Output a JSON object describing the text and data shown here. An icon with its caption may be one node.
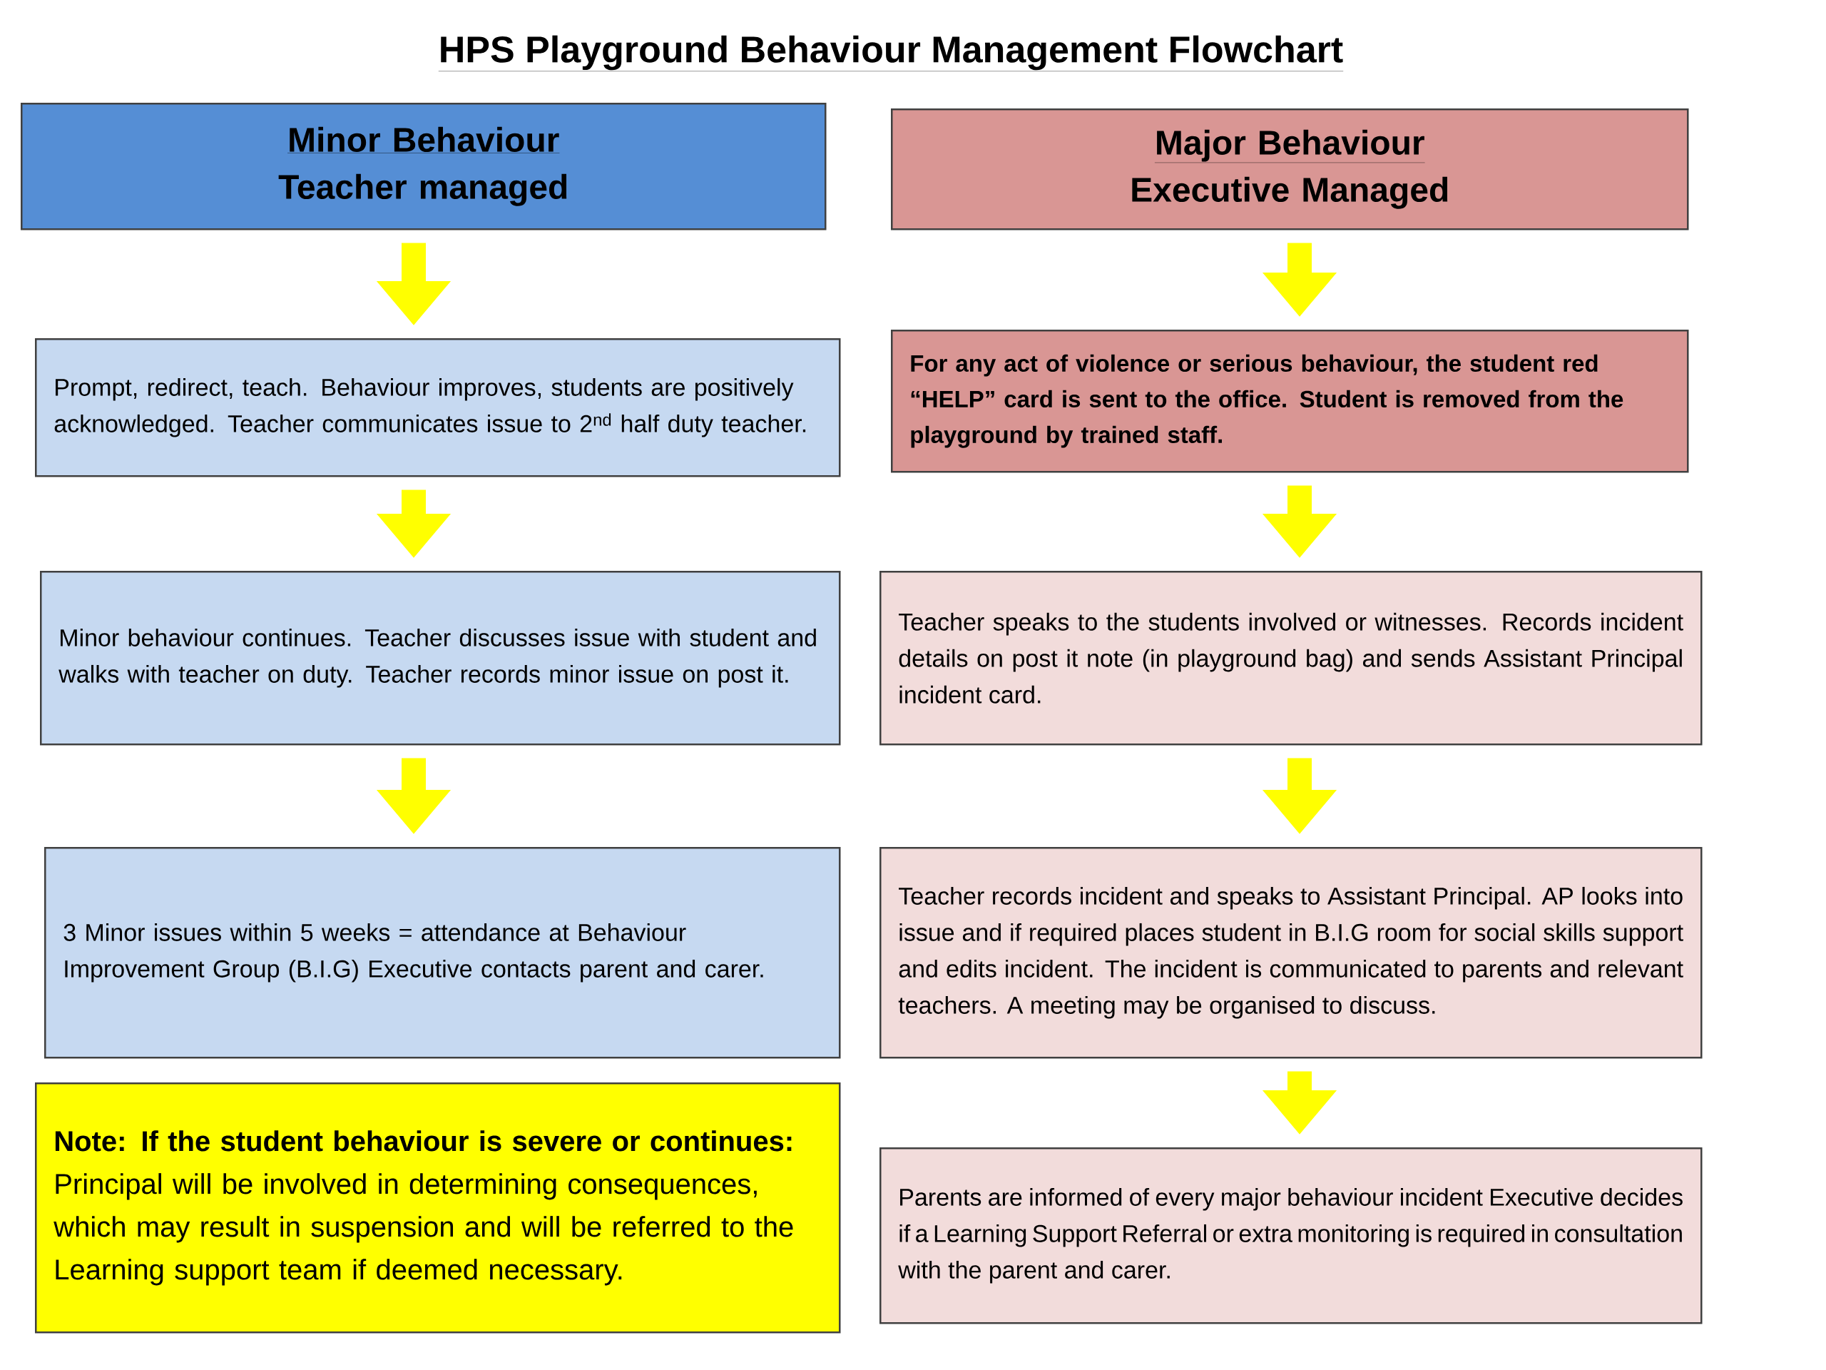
{
  "diagram": {
    "title": "HPS Playground Behaviour Management Flowchart",
    "nodes": [
      {
        "text": [
          "Minor Behaviour",
          "Teacher managed"
        ]
      },
      {
        "text": [
          "Major Behaviour",
          "Executive Managed"
        ]
      },
      {
        "text": [
          "Prompt, redirect, teach. Behaviour improves, students are positively acknowledged. Teacher communicates issue to 2$^{nd}$ half duty teacher."
        ]
      },
      {
        "text": [
          "For any act of violence or  serious behaviour, the student red “HELP” card is sent to the office. Student is removed from the playground by trained staff."
        ]
      },
      {
        "text": [
          "Minor behaviour continues. Teacher discusses issue with student and walks with teacher on duty. Teacher records minor issue on post it."
        ]
      },
      {
        "text": [
          "Teacher speaks to the students involved or witnesses.  Records incident details on post it note (in playground bag)  and sends Assistant Principal incident card."
        ]
      },
      {
        "text": [
          "3 Minor issues within 5 weeks = attendance at Behaviour Improvement Group (B.I.G) Executive contacts parent and carer."
        ]
      },
      {
        "text": [
          "Teacher records incident and speaks to Assistant Principal. AP  looks into issue and if required places student in B.I.G room for social skills support and edits incident. The incident is communicated to parents and relevant teachers.  A meeting may be organised to discuss."
        ]
      },
      {
        "text": [
          "**Note: If the student behaviour is severe or continues:** Principal will be involved in determining consequences, which may result in suspension and will be referred to the Learning support team if deemed necessary."
        ]
      },
      {
        "text": [
          "Parents are informed of every major behaviour incident Executive decides if a Learning Support Referral or extra monitoring is required in consultation with the parent and carer."
        ]
      }
    ],
    "edges": [
      {
        "from": 0,
        "to": 2,
        "arrow": "to"
      },
      {
        "from": 2,
        "to": 4,
        "arrow": "to"
      },
      {
        "from": 4,
        "to": 6,
        "arrow": "to"
      },
      {
        "from": 1,
        "to": 3,
        "arrow": "to"
      },
      {
        "from": 3,
        "to": 5,
        "arrow": "to"
      },
      {
        "from": 5,
        "to": 7,
        "arrow": "to"
      },
      {
        "from": 7,
        "to": 9,
        "arrow": "to"
      }
    ]
  }
}
